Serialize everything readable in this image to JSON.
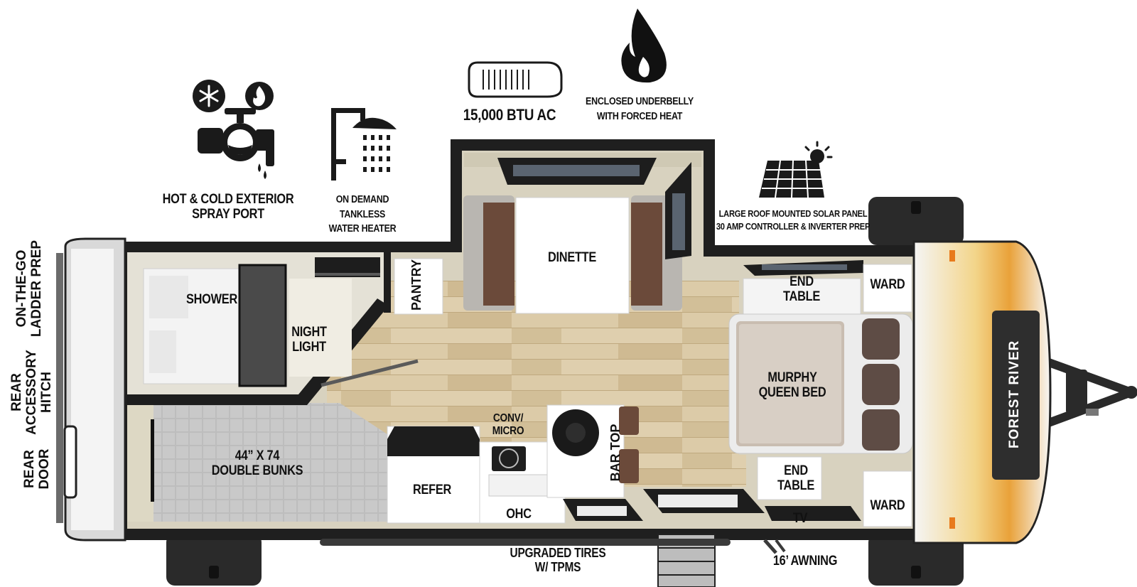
{
  "features": {
    "spray_port": [
      "HOT & COLD EXTERIOR",
      "SPRAY PORT"
    ],
    "water_heater": [
      "ON DEMAND",
      "TANKLESS",
      "WATER HEATER"
    ],
    "ac": "15,000 BTU AC",
    "underbelly": [
      "ENCLOSED UNDERBELLY",
      "WITH FORCED HEAT"
    ],
    "solar": [
      "LARGE ROOF MOUNTED SOLAR PANEL",
      "30 AMP CONTROLLER & INVERTER PREP"
    ],
    "tires": [
      "UPGRADED TIRES",
      "W/ TPMS"
    ],
    "awning": "16’ AWNING"
  },
  "rear_labels": {
    "ladder": [
      "ON-THE-GO",
      "LADDER PREP"
    ],
    "hitch": [
      "REAR",
      "ACCESSORY",
      "HITCH"
    ],
    "door": [
      "REAR",
      "DOOR"
    ]
  },
  "rooms": {
    "shower": "SHOWER",
    "night_light": [
      "NIGHT",
      "LIGHT"
    ],
    "pantry": "PANTRY",
    "dinette": "DINETTE",
    "end_table_top": [
      "END",
      "TABLE"
    ],
    "ward_top": "WARD",
    "bed": [
      "MURPHY",
      "QUEEN BED"
    ],
    "bunks": [
      "44” X 74",
      "DOUBLE BUNKS"
    ],
    "conv_micro": [
      "CONV/",
      "MICRO"
    ],
    "bar_top": "BAR TOP",
    "refer": "REFER",
    "ohc": "OHC",
    "end_table_bottom": [
      "END",
      "TABLE"
    ],
    "tv": "TV",
    "ward_bottom": "WARD"
  },
  "brand": "FOREST RIVER",
  "icons": [
    "spray-port-icon",
    "snowflake-icon",
    "flame-small-icon",
    "shower-icon",
    "ac-unit-icon",
    "flame-icon",
    "solar-panel-icon"
  ]
}
